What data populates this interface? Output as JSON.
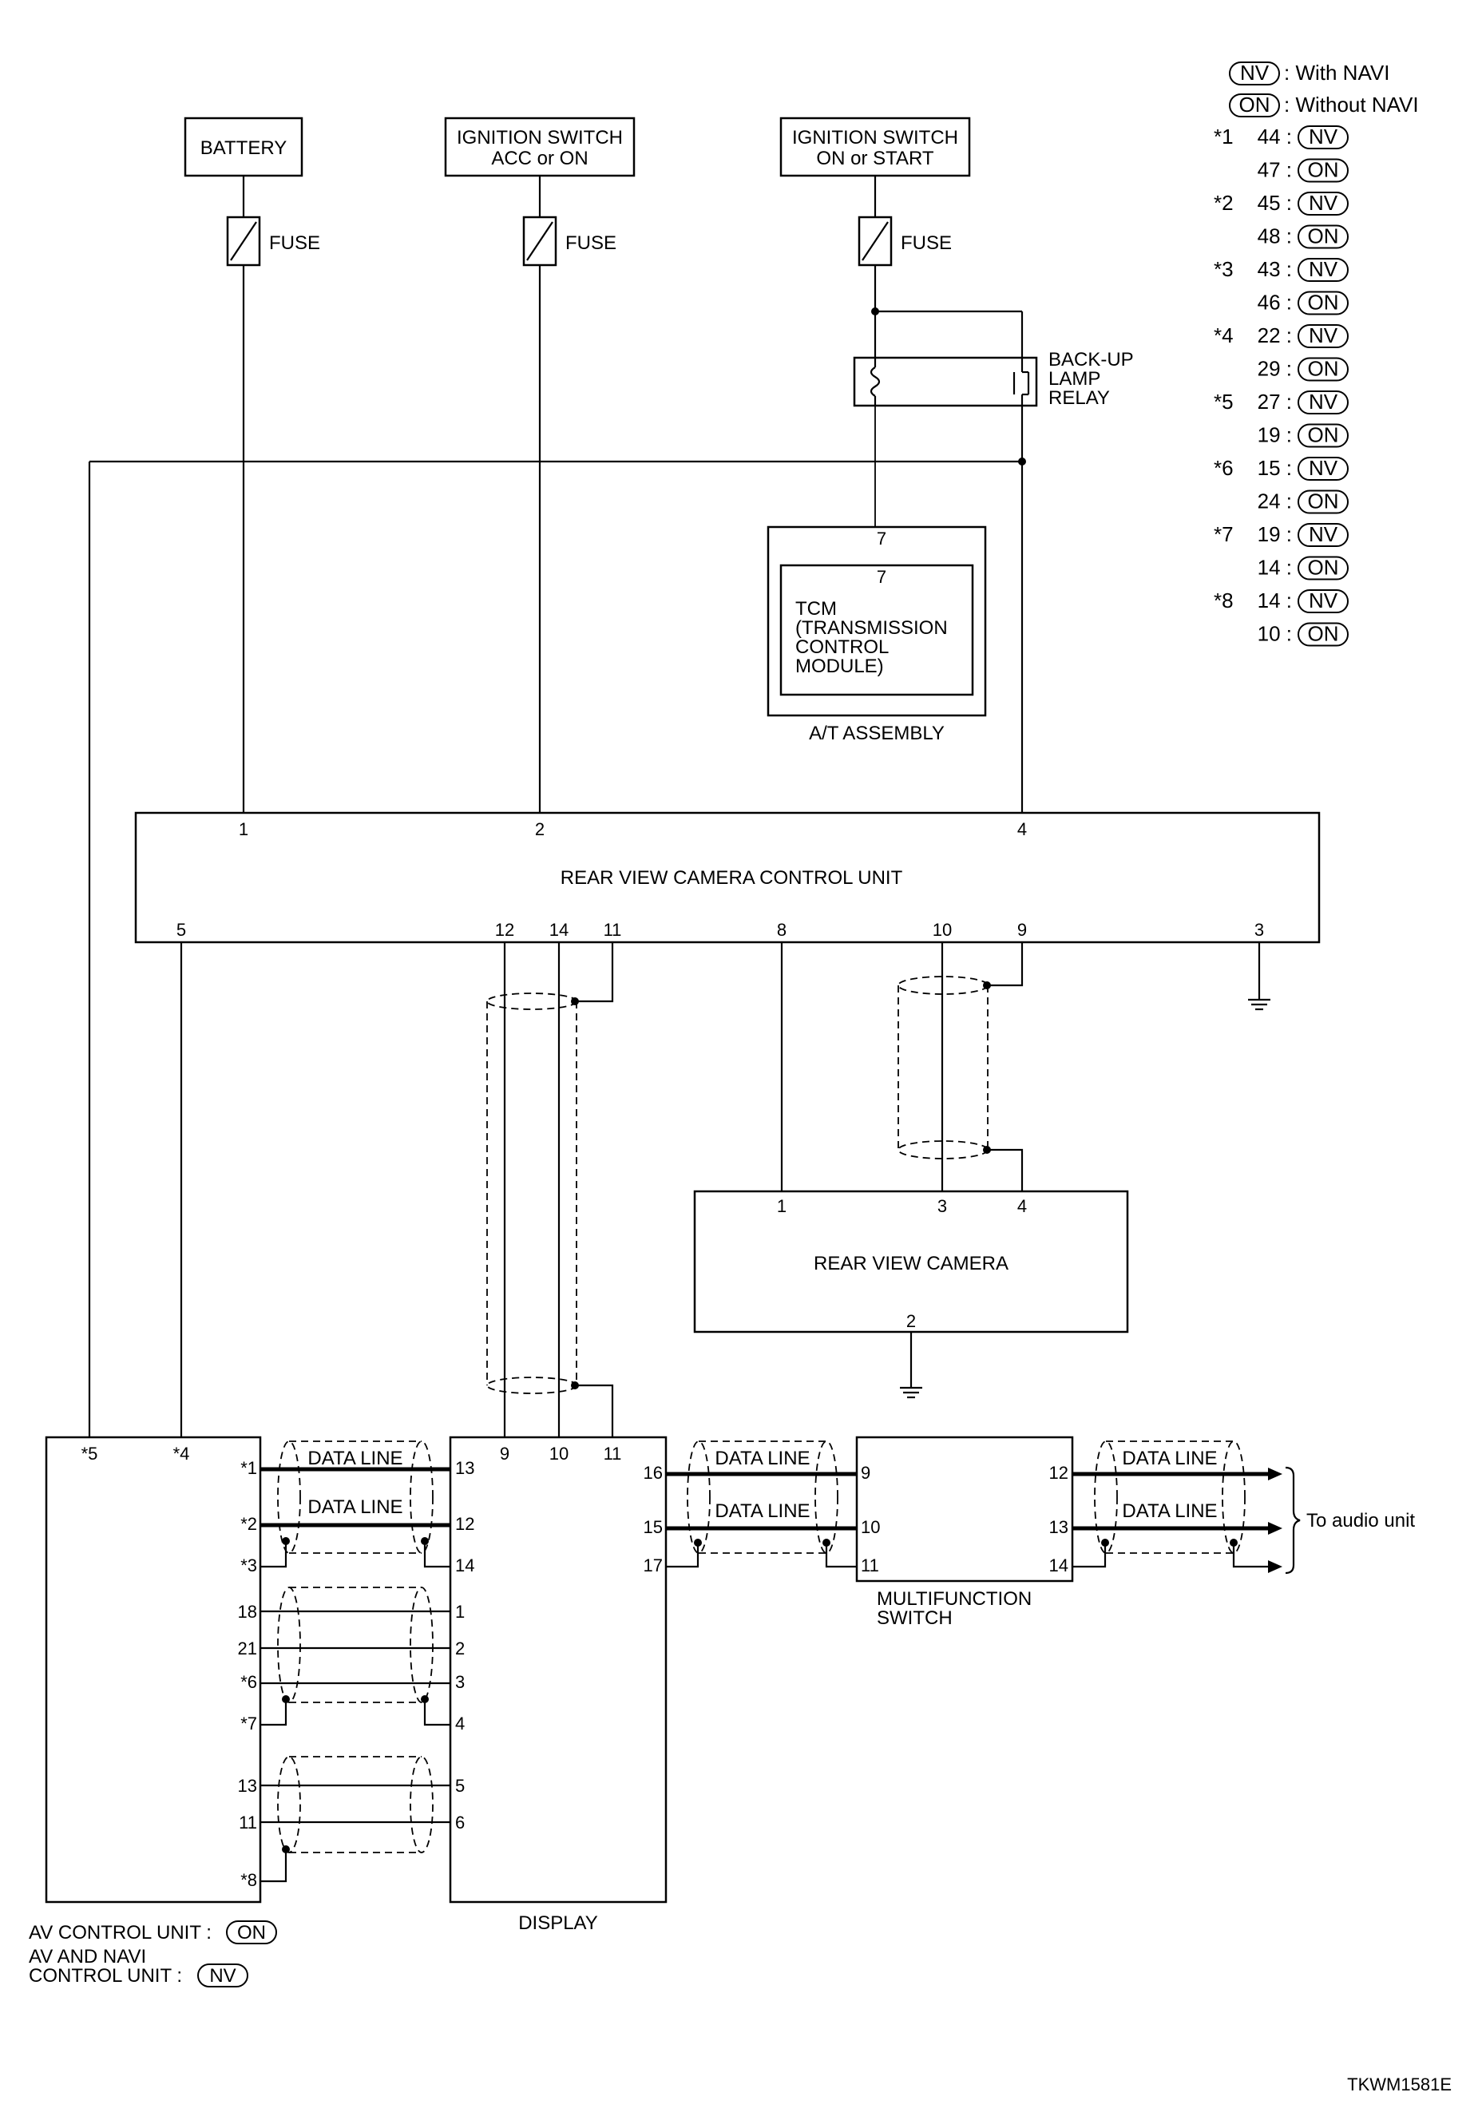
{
  "legend": {
    "nv_badge": "NV",
    "nv_text": ": With NAVI",
    "on_badge": "ON",
    "on_text": ": Without NAVI",
    "rows": [
      {
        "ref": "*1",
        "pin": "44 :",
        "code": "NV"
      },
      {
        "ref": "",
        "pin": "47 :",
        "code": "ON"
      },
      {
        "ref": "*2",
        "pin": "45 :",
        "code": "NV"
      },
      {
        "ref": "",
        "pin": "48 :",
        "code": "ON"
      },
      {
        "ref": "*3",
        "pin": "43 :",
        "code": "NV"
      },
      {
        "ref": "",
        "pin": "46 :",
        "code": "ON"
      },
      {
        "ref": "*4",
        "pin": "22 :",
        "code": "NV"
      },
      {
        "ref": "",
        "pin": "29 :",
        "code": "ON"
      },
      {
        "ref": "*5",
        "pin": "27 :",
        "code": "NV"
      },
      {
        "ref": "",
        "pin": "19 :",
        "code": "ON"
      },
      {
        "ref": "*6",
        "pin": "15 :",
        "code": "NV"
      },
      {
        "ref": "",
        "pin": "24 :",
        "code": "ON"
      },
      {
        "ref": "*7",
        "pin": "19 :",
        "code": "NV"
      },
      {
        "ref": "",
        "pin": "14 :",
        "code": "ON"
      },
      {
        "ref": "*8",
        "pin": "14 :",
        "code": "NV"
      },
      {
        "ref": "",
        "pin": "10 :",
        "code": "ON"
      }
    ]
  },
  "sources": {
    "battery": "BATTERY",
    "ign_acc_line1": "IGNITION SWITCH",
    "ign_acc_line2": "ACC or ON",
    "ign_on_line1": "IGNITION SWITCH",
    "ign_on_line2": "ON or START",
    "fuse": "FUSE"
  },
  "relay": {
    "line1": "BACK-UP",
    "line2": "LAMP",
    "line3": "RELAY"
  },
  "tcm": {
    "pin_outer": "7",
    "pin_inner": "7",
    "line1": "TCM",
    "line2": "(TRANSMISSION",
    "line3": " CONTROL",
    "line4": " MODULE)",
    "assembly": "A/T ASSEMBLY"
  },
  "rvccu": {
    "label": "REAR VIEW CAMERA CONTROL UNIT",
    "top_pins": [
      "1",
      "2",
      "4"
    ],
    "bottom_pins": [
      "5",
      "12",
      "14",
      "11",
      "8",
      "10",
      "9",
      "3"
    ]
  },
  "camera": {
    "label": "REAR VIEW CAMERA",
    "top_pins": [
      "1",
      "3",
      "4"
    ],
    "bottom_pin": "2"
  },
  "av_unit": {
    "top_pins": [
      "*5",
      "*4"
    ],
    "pins": [
      "*1",
      "*2",
      "*3",
      "18",
      "21",
      "*6",
      "*7",
      "13",
      "11",
      "*8"
    ],
    "label_on": "AV CONTROL UNIT :",
    "label_on_code": "ON",
    "label_nv_line1": "AV AND NAVI",
    "label_nv_line2": "CONTROL UNIT :",
    "label_nv_code": "NV"
  },
  "display": {
    "label": "DISPLAY",
    "top_pins": [
      "9",
      "10",
      "11"
    ],
    "left_pins": [
      "13",
      "12",
      "14",
      "1",
      "2",
      "3",
      "4",
      "5",
      "6"
    ],
    "right_pins": [
      "16",
      "15",
      "17"
    ]
  },
  "mfs": {
    "line1": "MULTIFUNCTION",
    "line2": "SWITCH",
    "left_pins": [
      "9",
      "10",
      "11"
    ],
    "right_pins": [
      "12",
      "13",
      "14"
    ]
  },
  "data_line": "DATA LINE",
  "to_audio": "To audio unit",
  "figure_code": "TKWM1581E"
}
